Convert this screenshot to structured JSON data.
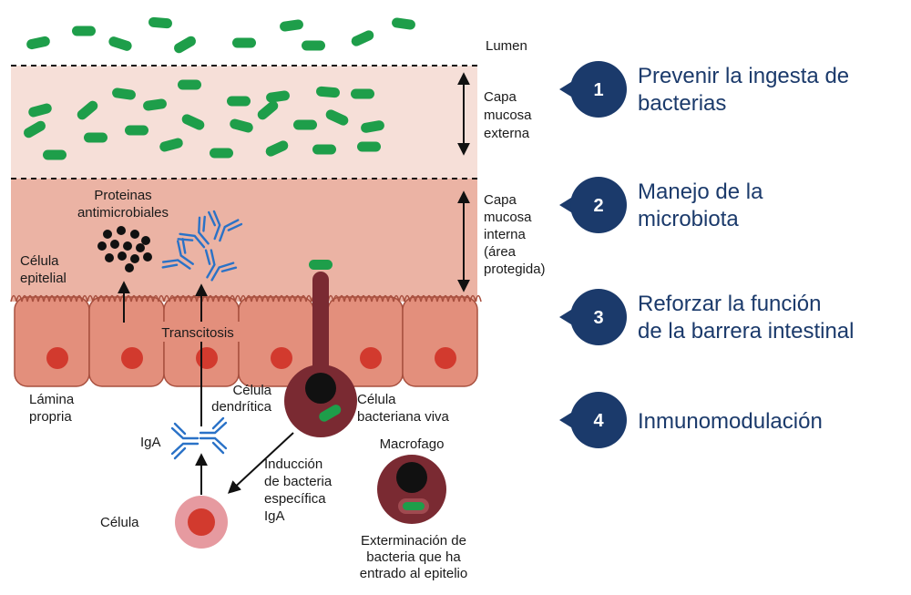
{
  "colors": {
    "bacteria": "#1e9e4a",
    "outer_mucus": "#f6dfd8",
    "inner_mucus": "#ebb3a4",
    "cell_fill": "#e38f7c",
    "nucleus": "#d23a2e",
    "dendritic": "#7a2a32",
    "antibody": "#2a72c7",
    "badge": "#1b3a6b",
    "step_text": "#1b3a6b"
  },
  "labels": {
    "lumen": "Lumen",
    "outer_mucus": [
      "Capa",
      "mucosa",
      "externa"
    ],
    "inner_mucus": [
      "Capa",
      "mucosa",
      "interna",
      "(área",
      "protegida)"
    ],
    "antimicrobial": [
      "Proteinas",
      "antimicrobiales"
    ],
    "epithelial_cell": [
      "Célula",
      "epitelial"
    ],
    "transcytosis": "Transcitosis",
    "lamina_propria": [
      "Lámina",
      "propria"
    ],
    "dendritic_cell": [
      "Célula",
      "dendrítica"
    ],
    "live_bacteria": [
      "Célula",
      "bacteriana viva"
    ],
    "iga": "IgA",
    "induction": [
      "Inducción",
      "de bacteria",
      "específica",
      "IgA"
    ],
    "macrophage": "Macrofago",
    "cell": "Célula",
    "extermination": [
      "Exterminación de",
      "bacteria que ha",
      "entrado al epitelio"
    ]
  },
  "steps": [
    {
      "number": "1",
      "lines": [
        "Prevenir la ingesta de",
        "bacterias"
      ]
    },
    {
      "number": "2",
      "lines": [
        "Manejo de la",
        "microbiota"
      ]
    },
    {
      "number": "3",
      "lines": [
        "Reforzar la función",
        "de la barrera intestinal"
      ]
    },
    {
      "number": "4",
      "lines": [
        "Inmunomodulación"
      ]
    }
  ]
}
